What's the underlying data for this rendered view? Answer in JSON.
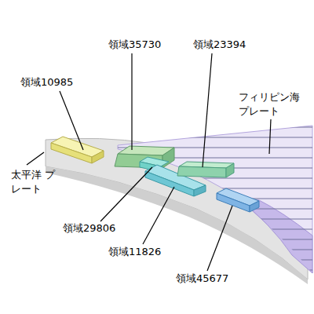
{
  "diagram": {
    "labels": [
      "領域35730",
      "領域23394",
      "領域10985",
      "フィリピン海 プレート",
      "太平洋 プレート",
      "領域29806",
      "領域11826",
      "領域45677"
    ]
  }
}
